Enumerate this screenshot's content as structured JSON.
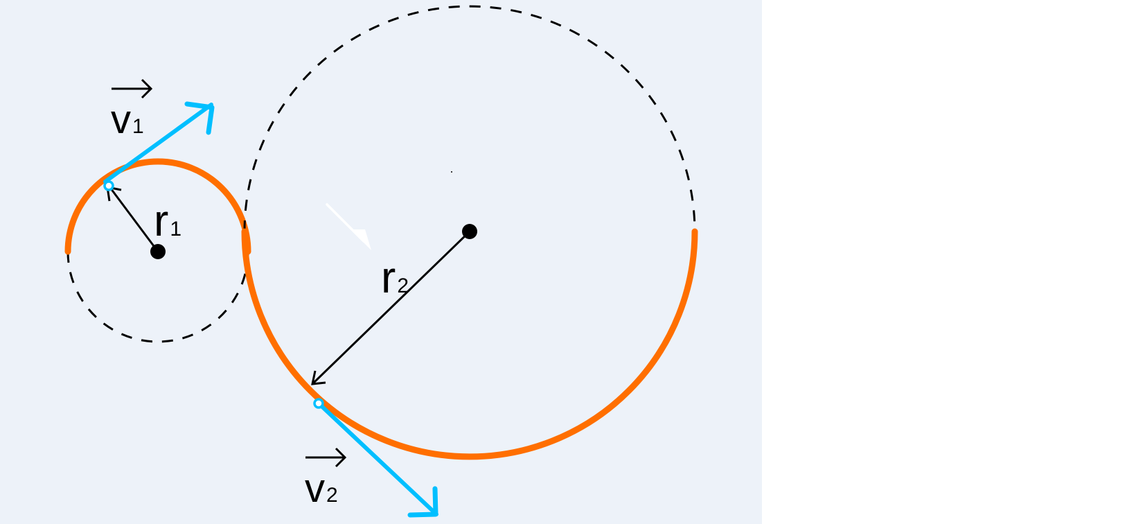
{
  "labels": {
    "v1": {
      "main": "v",
      "sub": "1"
    },
    "v2": {
      "main": "v",
      "sub": "2"
    },
    "r1": {
      "main": "r",
      "sub": "1"
    },
    "r2": {
      "main": "r",
      "sub": "2"
    }
  },
  "colors": {
    "background": "#edf2f9",
    "path": "#ff6f00",
    "velocity": "#00bfff",
    "radius": "#000000",
    "direction_arrow": "#ffffff"
  }
}
